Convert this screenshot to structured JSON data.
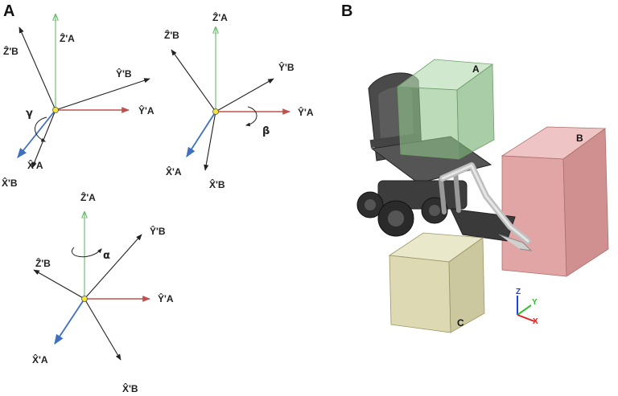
{
  "panels": {
    "a_label": "A",
    "b_label": "B"
  },
  "frame1": {
    "z_a": "Ẑ'A",
    "z_b": "Ẑ'B",
    "y_b": "Ŷ'B",
    "y_a": "Ŷ'A",
    "x_a": "X̂'A",
    "x_b": "X̂'B",
    "angle": "γ"
  },
  "frame2": {
    "z_a": "Ẑ'A",
    "z_b": "Ẑ'B",
    "y_b": "Ŷ'B",
    "y_a": "Ŷ'A",
    "x_a": "X̂'A",
    "x_b": "X̂'B",
    "angle": "β"
  },
  "frame3": {
    "z_a": "Ẑ'A",
    "z_b": "Ẑ'B",
    "y_b": "Ŷ'B",
    "y_a": "Ŷ'A",
    "x_a": "X̂'A",
    "x_b": "X̂'B",
    "angle": "α"
  },
  "workspace": {
    "box_a": "A",
    "box_b": "B",
    "box_c": "C",
    "colors": {
      "box_a": "#8fc48a",
      "box_b": "#d98f8f",
      "box_c": "#c9c48a"
    }
  },
  "triad": {
    "z": "Z",
    "y": "Y",
    "x": "X",
    "colors": {
      "x": "#e02020",
      "y": "#30c030",
      "z": "#2040e0"
    }
  },
  "colors": {
    "red_axis": "#c0504d",
    "green_axis": "#70c070",
    "blue_axis": "#3f6fc0",
    "black_axis": "#222222",
    "origin": "#f2e43a"
  }
}
